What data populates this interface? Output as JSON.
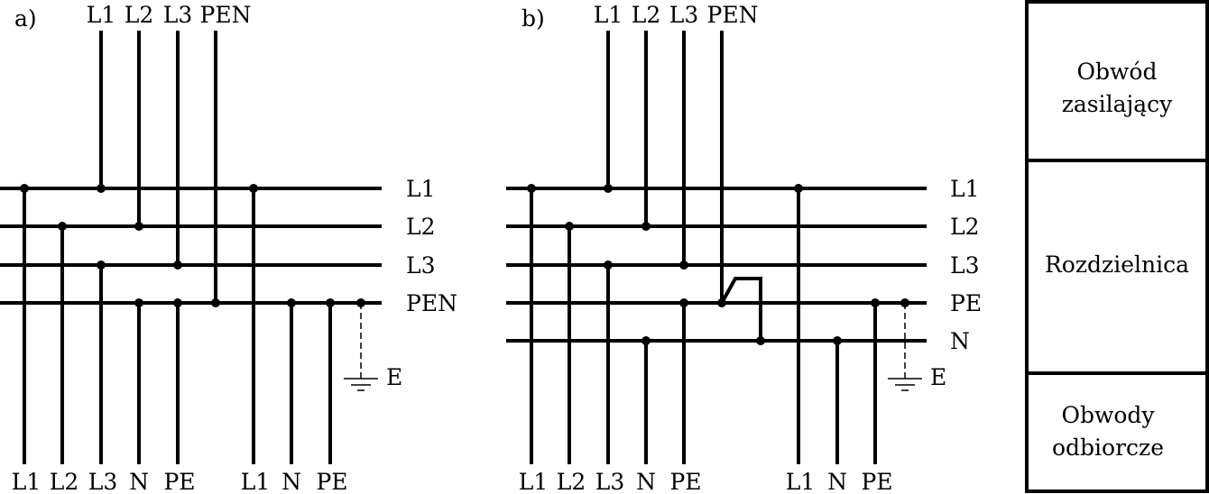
{
  "diagram": {
    "stroke_color": "#000000",
    "background": "#ffffff",
    "panel_a": {
      "tag": "a)",
      "top_labels": [
        "L1",
        "L2",
        "L3",
        "PEN"
      ],
      "bus_labels": [
        "L1",
        "L2",
        "L3",
        "PEN"
      ],
      "bottom_labels": [
        "L1",
        "L2",
        "L3",
        "N",
        "PE",
        "L1",
        "N",
        "PE"
      ],
      "earth_label": "E"
    },
    "panel_b": {
      "tag": "b)",
      "top_labels": [
        "L1",
        "L2",
        "L3",
        "PEN"
      ],
      "bus_labels": [
        "L1",
        "L2",
        "L3",
        "PE",
        "N"
      ],
      "bottom_labels": [
        "L1",
        "L2",
        "L3",
        "N",
        "PE",
        "L1",
        "N",
        "PE"
      ],
      "earth_label": "E"
    },
    "legend_box": {
      "sections": [
        {
          "line1": "Obwód",
          "line2": "zasilający"
        },
        {
          "line1": "Rozdzielnica"
        },
        {
          "line1": "Obwody",
          "line2": "odbiorcze"
        }
      ]
    }
  }
}
